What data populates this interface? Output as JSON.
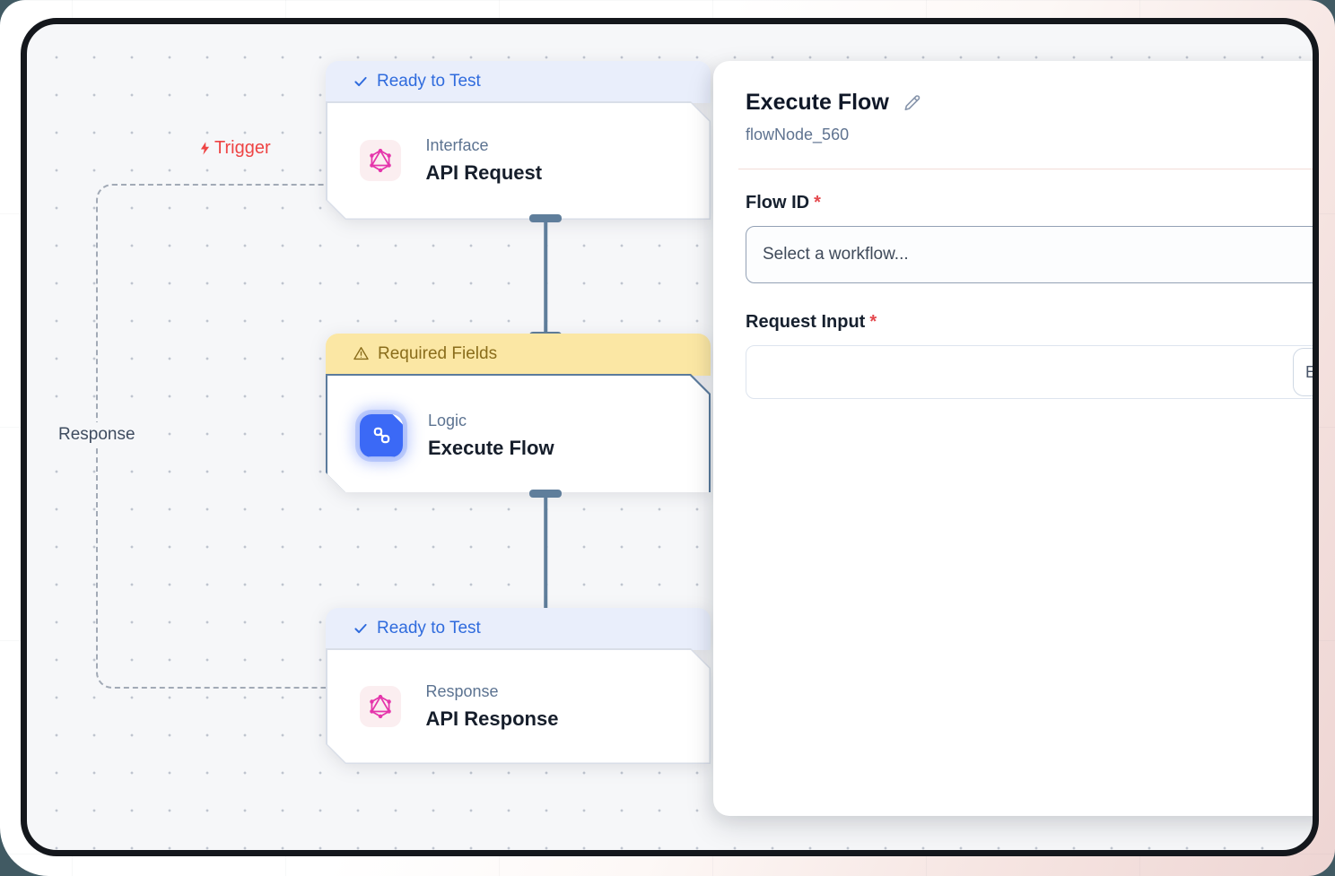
{
  "canvas": {
    "trigger_label": "Trigger",
    "response_label": "Response",
    "nodes": [
      {
        "status": "Ready to Test",
        "status_type": "ready",
        "category": "Interface",
        "title": "API Request",
        "icon": "graphql"
      },
      {
        "status": "Required Fields",
        "status_type": "warning",
        "category": "Logic",
        "title": "Execute Flow",
        "icon": "flow",
        "selected": true
      },
      {
        "status": "Ready to Test",
        "status_type": "ready",
        "category": "Response",
        "title": "API Response",
        "icon": "graphql"
      }
    ]
  },
  "panel": {
    "title": "Execute Flow",
    "node_id": "flowNode_560",
    "required_mark": "*",
    "fields": [
      {
        "label": "Flow ID",
        "required": true,
        "type": "select",
        "placeholder": "Select a workflow..."
      },
      {
        "label": "Request Input",
        "required": true,
        "type": "text",
        "value": "",
        "button_label": "E"
      }
    ]
  },
  "colors": {
    "status_ready": "#2f6bdd",
    "status_warning": "#8a6d1b",
    "trigger_red": "#ee4444",
    "node_accent_blue": "#3b69f6",
    "graphql_pink": "#e535ab",
    "connector_slate": "#5f7e9b",
    "frame_black": "#14171c",
    "backdrop_teal": "#415a63"
  }
}
